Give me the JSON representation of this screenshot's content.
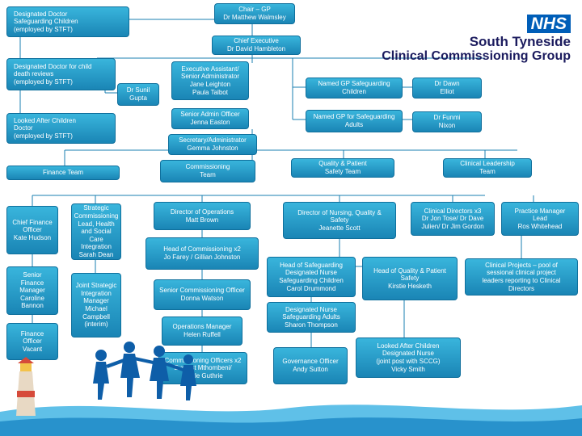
{
  "logo": {
    "nhs": "NHS",
    "org_line1": "South Tyneside",
    "org_line2": "Clinical Commissioning Group"
  },
  "nodes": {
    "chair": "Chair – GP\nDr Matthew Walmsley",
    "chief_exec": "Chief Executive\nDr David Hambleton",
    "doc_safeguarding": "Designated Doctor\nSafeguarding Children\n(employed by STFT)",
    "doc_child_death": "Designated Doctor for child\ndeath reviews\n(employed by STFT)",
    "dr_gupta": "Dr Sunil\nGupta",
    "lac_doctor": "Looked After Children\nDoctor\n(employed by STFT)",
    "exec_assistant": "Executive Assistant/\nSenior Administrator\nJane Leighton\nPaula Talbot",
    "senior_admin": "Senior Admin Officer\nJenna Easton",
    "secretary": "Secretary/Administrator\nGemma Johnston",
    "named_gp_children": "Named GP Safeguarding\nChildren",
    "dr_elliot": "Dr Dawn\nElliot",
    "named_gp_adults": "Named GP for Safeguarding\nAdults",
    "dr_nixon": "Dr Funmi\nNixon",
    "finance_team": "Finance Team",
    "commissioning_team": "Commissioning\nTeam",
    "quality_team": "Quality & Patient\nSafety Team",
    "clinical_team": "Clinical Leadership\nTeam",
    "cfo": "Chief Finance\nOfficer\nKate Hudson",
    "strategic": "Strategic\nCommissioning\nLead, Health\nand Social Care\nIntegration\nSarah Dean",
    "dir_ops": "Director of Operations\nMatt Brown",
    "dir_nursing": "Director of Nursing, Quality &\nSafety\nJeanette Scott",
    "clinical_directors": "Clinical Directors x3\nDr Jon Tose/ Dr Dave\nJulien/ Dr Jim Gordon",
    "practice_manager": "Practice Manager\nLead\nRos Whitehead",
    "senior_finance": "Senior\nFinance\nManager\nCaroline\nBannon",
    "joint_strategic": "Joint Strategic\nIntegration\nManager\nMichael\nCampbell\n(interim)",
    "head_commissioning": "Head of Commissioning x2\nJo Farey / Gillian Johnston",
    "senior_commissioning": "Senior Commissioning Officer\nDonna Watson",
    "ops_manager": "Operations Manager\nHelen Ruffell",
    "commissioning_officers": "Commissioning Officers x2\nEverest Mthombeni/\nGayle Guthrie",
    "head_safeguarding": "Head of Safeguarding\nDesignated Nurse\nSafeguarding Children\nCarol Drummond",
    "designated_nurse_adults": "Designated Nurse\nSafeguarding Adults\nSharon Thompson",
    "governance": "Governance Officer\nAndy Sutton",
    "head_quality": "Head of Quality & Patient\nSafety\nKirstie Hesketh",
    "lac_nurse": "Looked After Children\nDesignated Nurse\n(joint post with SCCG)\nVicky Smith",
    "clinical_projects": "Clinical Projects – pool of\nsessional clinical project\nleaders reporting to Clinical\nDirectors",
    "finance_officer": "Finance\nOfficer\nVacant"
  }
}
